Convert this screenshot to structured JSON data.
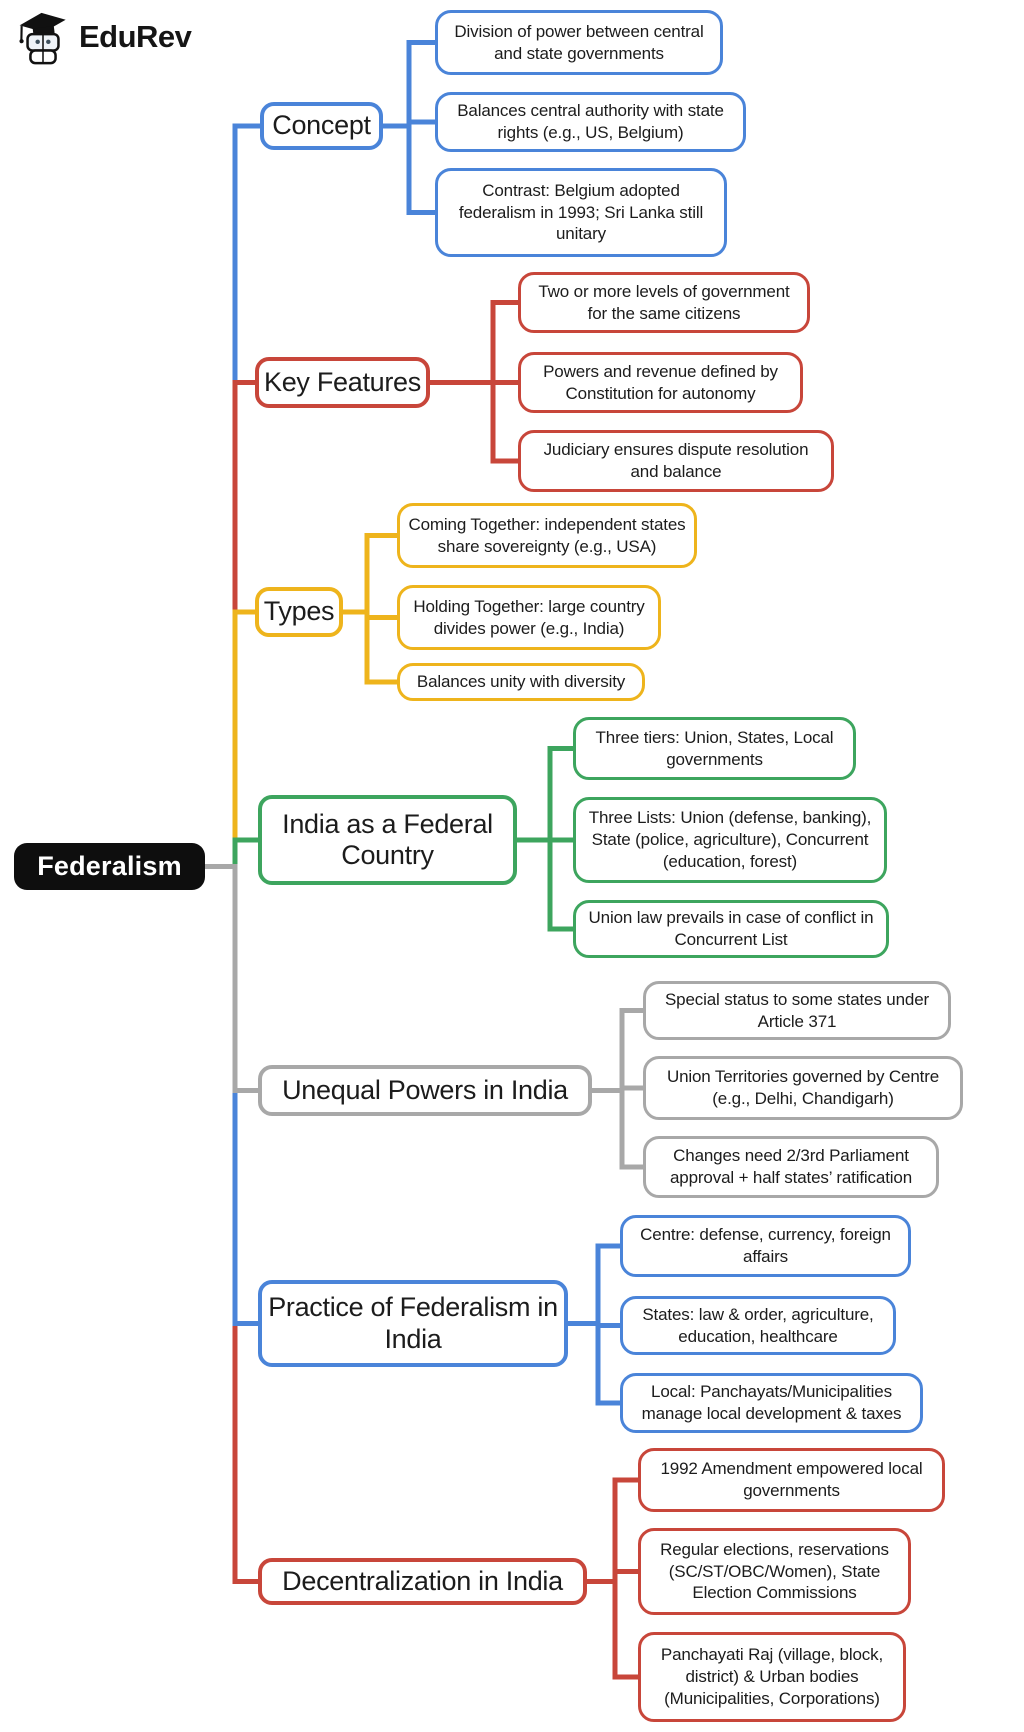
{
  "brand": {
    "name": "EduRev"
  },
  "root": {
    "label": "Federalism"
  },
  "colors": {
    "blue": "#4a84d9",
    "red": "#c8463a",
    "yellow": "#eeb41c",
    "green": "#3da55e",
    "gray": "#a8a8a8",
    "root_bg": "#0e0e0e",
    "root_text": "#ffffff",
    "text": "#1c1c1c"
  },
  "branches": [
    {
      "label": "Concept",
      "color": "blue",
      "leaves": [
        "Division of power between central and state governments",
        "Balances central authority with state rights (e.g., US, Belgium)",
        "Contrast: Belgium adopted federalism in 1993; Sri Lanka still unitary"
      ]
    },
    {
      "label": "Key Features",
      "color": "red",
      "leaves": [
        "Two or more levels of government for the same citizens",
        "Powers and revenue defined by Constitution for autonomy",
        "Judiciary ensures dispute resolution and balance"
      ]
    },
    {
      "label": "Types",
      "color": "yellow",
      "leaves": [
        "Coming Together: independent states share sovereignty (e.g., USA)",
        "Holding Together: large country divides power (e.g., India)",
        "Balances unity with diversity"
      ]
    },
    {
      "label": "India as a Federal Country",
      "color": "green",
      "leaves": [
        "Three tiers: Union, States, Local governments",
        "Three Lists: Union (defense, banking), State (police, agriculture), Concurrent (education, forest)",
        "Union law prevails in case of conflict in Concurrent List"
      ]
    },
    {
      "label": "Unequal Powers in India",
      "color": "gray",
      "leaves": [
        "Special status to some states under Article 371",
        "Union Territories governed by Centre (e.g., Delhi, Chandigarh)",
        "Changes need 2/3rd Parliament approval + half states’ ratification"
      ]
    },
    {
      "label": "Practice of Federalism in India",
      "color": "blue",
      "leaves": [
        "Centre: defense, currency, foreign affairs",
        "States: law & order, agriculture, education, healthcare",
        "Local: Panchayats/Municipalities manage local development & taxes"
      ]
    },
    {
      "label": "Decentralization in India",
      "color": "red",
      "leaves": [
        "1992 Amendment empowered local governments",
        "Regular elections, reservations (SC/ST/OBC/Women), State Election Commissions",
        "Panchayati Raj (village, block, district) & Urban bodies (Municipalities, Corporations)"
      ]
    }
  ]
}
